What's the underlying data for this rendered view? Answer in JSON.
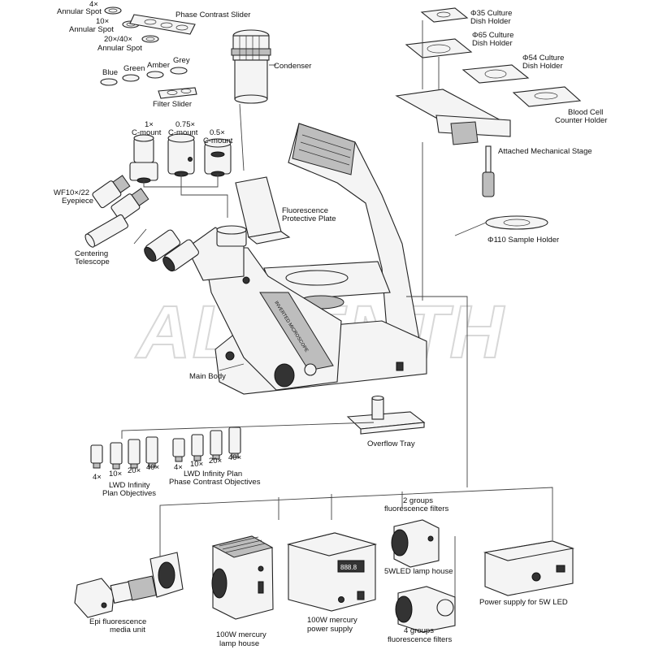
{
  "watermark": "ALBENTH",
  "labels": {
    "annular_4x": "4×",
    "annular_spot_a": "Annular Spot",
    "annular_10x": "10×",
    "annular_spot_b": "Annular Spot",
    "annular_20_40x": "20×/40×",
    "annular_spot_c": "Annular Spot",
    "phase_slider": "Phase Contrast Slider",
    "condenser": "Condenser",
    "filter_blue": "Blue",
    "filter_green": "Green",
    "filter_amber": "Amber",
    "filter_grey": "Grey",
    "filter_slider": "Filter Slider",
    "cmount_1x_a": "1×",
    "cmount_1x_b": "C-mount",
    "cmount_075x_a": "0.75×",
    "cmount_075x_b": "C-mount",
    "cmount_05x_a": "0.5×",
    "cmount_05x_b": "C-mount",
    "eyepiece_a": "WF10×/22",
    "eyepiece_b": "Eyepiece",
    "centering_a": "Centering",
    "centering_b": "Telescope",
    "fluor_plate_a": "Fluorescence",
    "fluor_plate_b": "Protective Plate",
    "main_body": "Main Body",
    "overflow_tray": "Overflow Tray",
    "dish35_a": "Φ35 Culture",
    "dish35_b": "Dish Holder",
    "dish65_a": "Φ65 Culture",
    "dish65_b": "Dish Holder",
    "dish54_a": "Φ54 Culture",
    "dish54_b": "Dish Holder",
    "blood_a": "Blood Cell",
    "blood_b": "Counter Holder",
    "mech_stage": "Attached Mechanical Stage",
    "sample_holder": "Φ110 Sample Holder",
    "obj_4x": "4×",
    "obj_10x": "10×",
    "obj_20x": "20×",
    "obj_40x": "40×",
    "lwd_plan_a": "LWD Infinity",
    "lwd_plan_b": "Plan Objectives",
    "ph_4x": "4×",
    "ph_10x": "10×",
    "ph_20x": "20×",
    "ph_40x": "40×",
    "lwd_ph_a": "LWD Infinity Plan",
    "lwd_ph_b": "Phase Contrast Objectives",
    "fl2_a": "2 groups",
    "fl2_b": "fluorescence filters",
    "led_house": "5WLED lamp house",
    "fl4_a": "4 groups",
    "fl4_b": "fluorescence filters",
    "led_power": "Power supply for 5W LED",
    "epi_a": "Epi fluorescence",
    "epi_b": "media unit",
    "hg_house_a": "100W mercury",
    "hg_house_b": "lamp house",
    "hg_power_a": "100W mercury",
    "hg_power_b": "power supply",
    "body_text": "INVERTED MICROSCOPE",
    "display_digits": "888.8"
  }
}
